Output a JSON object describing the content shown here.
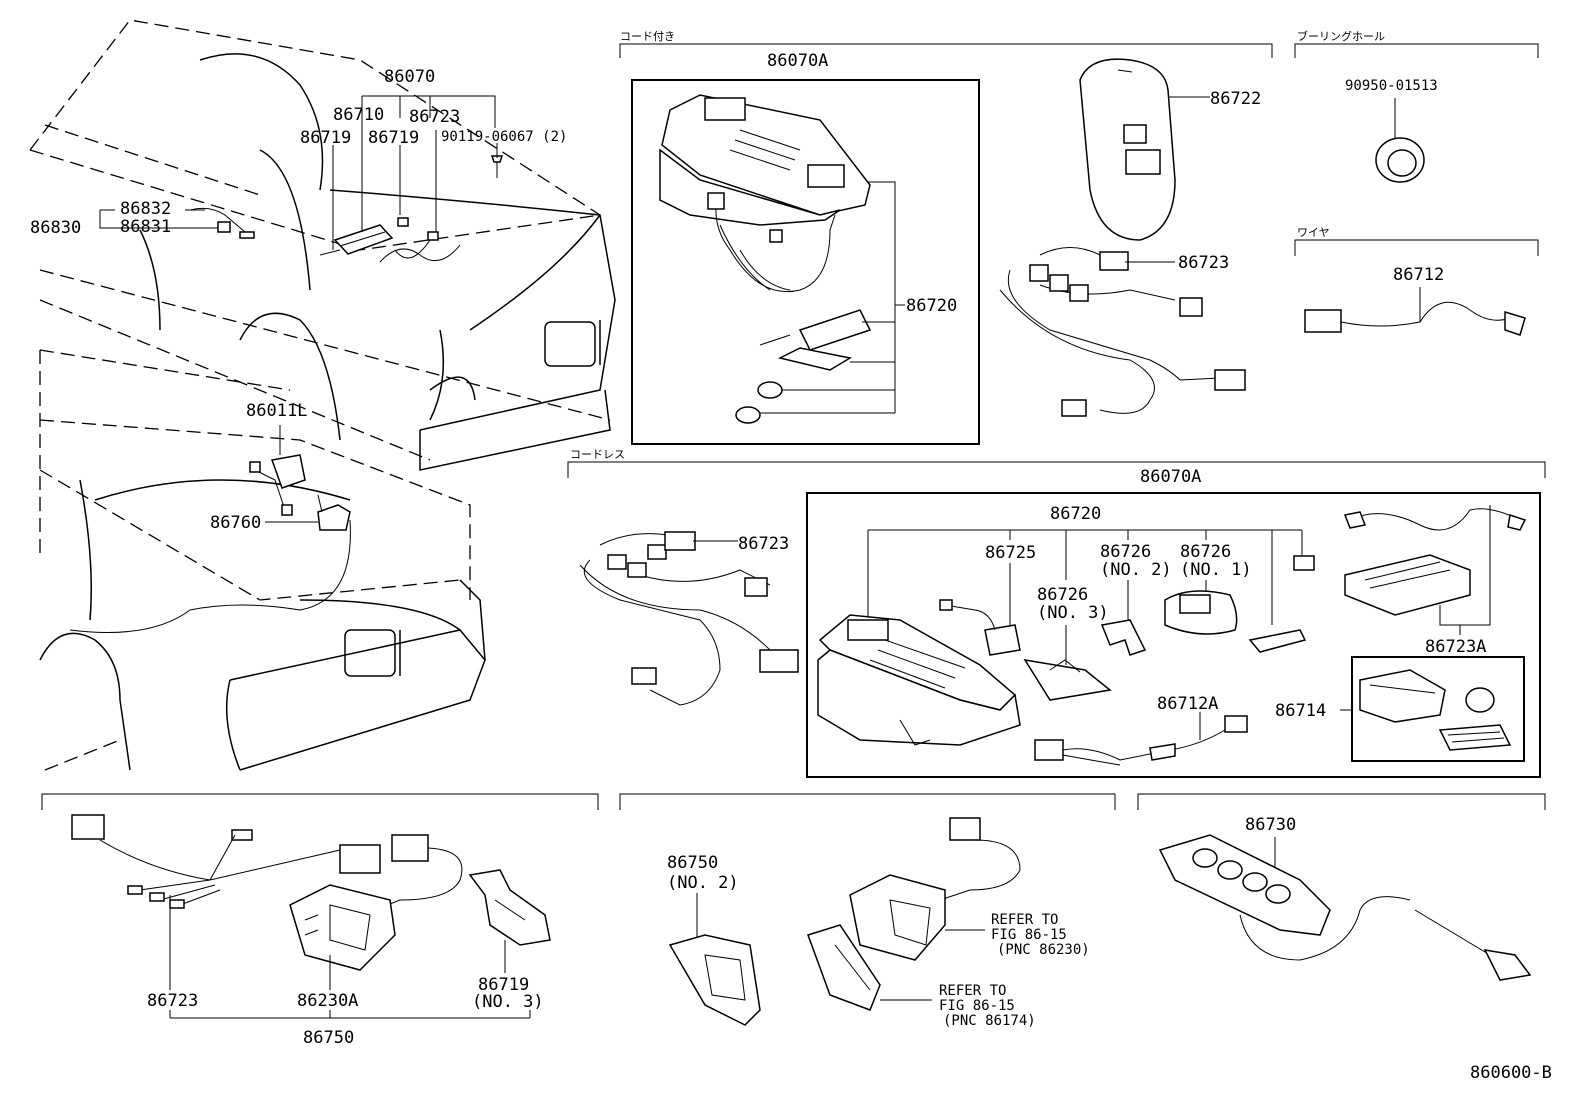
{
  "diagram_id": "860600-B",
  "sections": {
    "corded": {
      "title": "コード付き",
      "assembly": "86070A"
    },
    "cordless": {
      "title": "コードレス",
      "assembly": "86070A"
    },
    "boring_hole": {
      "title": "ブーリングホール"
    },
    "wire": {
      "title": "ワイヤ"
    }
  },
  "labels": {
    "p86070": "86070",
    "p86710": "86710",
    "p86723_top": "86723",
    "p86719_a": "86719",
    "p86719_b": "86719",
    "p90119": "90119-06067 (2)",
    "p86832": "86832",
    "p86831": "86831",
    "p86830": "86830",
    "p86011L": "86011L",
    "p86760": "86760",
    "p86720_corded": "86720",
    "p86722": "86722",
    "p86723_corded": "86723",
    "p90950": "90950-01513",
    "p86712": "86712",
    "p86723_cordless": "86723",
    "p86720_cordless": "86720",
    "p86725": "86725",
    "p86726_no2": "86726",
    "no2_a": "(NO. 2)",
    "p86726_no1": "86726",
    "no1": "(NO. 1)",
    "p86726_no3": "86726",
    "no3_a": "(NO. 3)",
    "p86723A": "86723A",
    "p86712A": "86712A",
    "p86714": "86714",
    "p86723_bl": "86723",
    "p86230A": "86230A",
    "p86719_no3": "86719",
    "no3_b": "(NO. 3)",
    "p86750_bl": "86750",
    "p86750_no2": "86750",
    "no2_b": "(NO. 2)",
    "refer1_line1": "REFER TO",
    "refer1_line2": "FIG 86-15",
    "refer1_line3": "(PNC 86230)",
    "refer2_line1": "REFER TO",
    "refer2_line2": "FIG 86-15",
    "refer2_line3": "(PNC 86174)",
    "p86730": "86730"
  }
}
